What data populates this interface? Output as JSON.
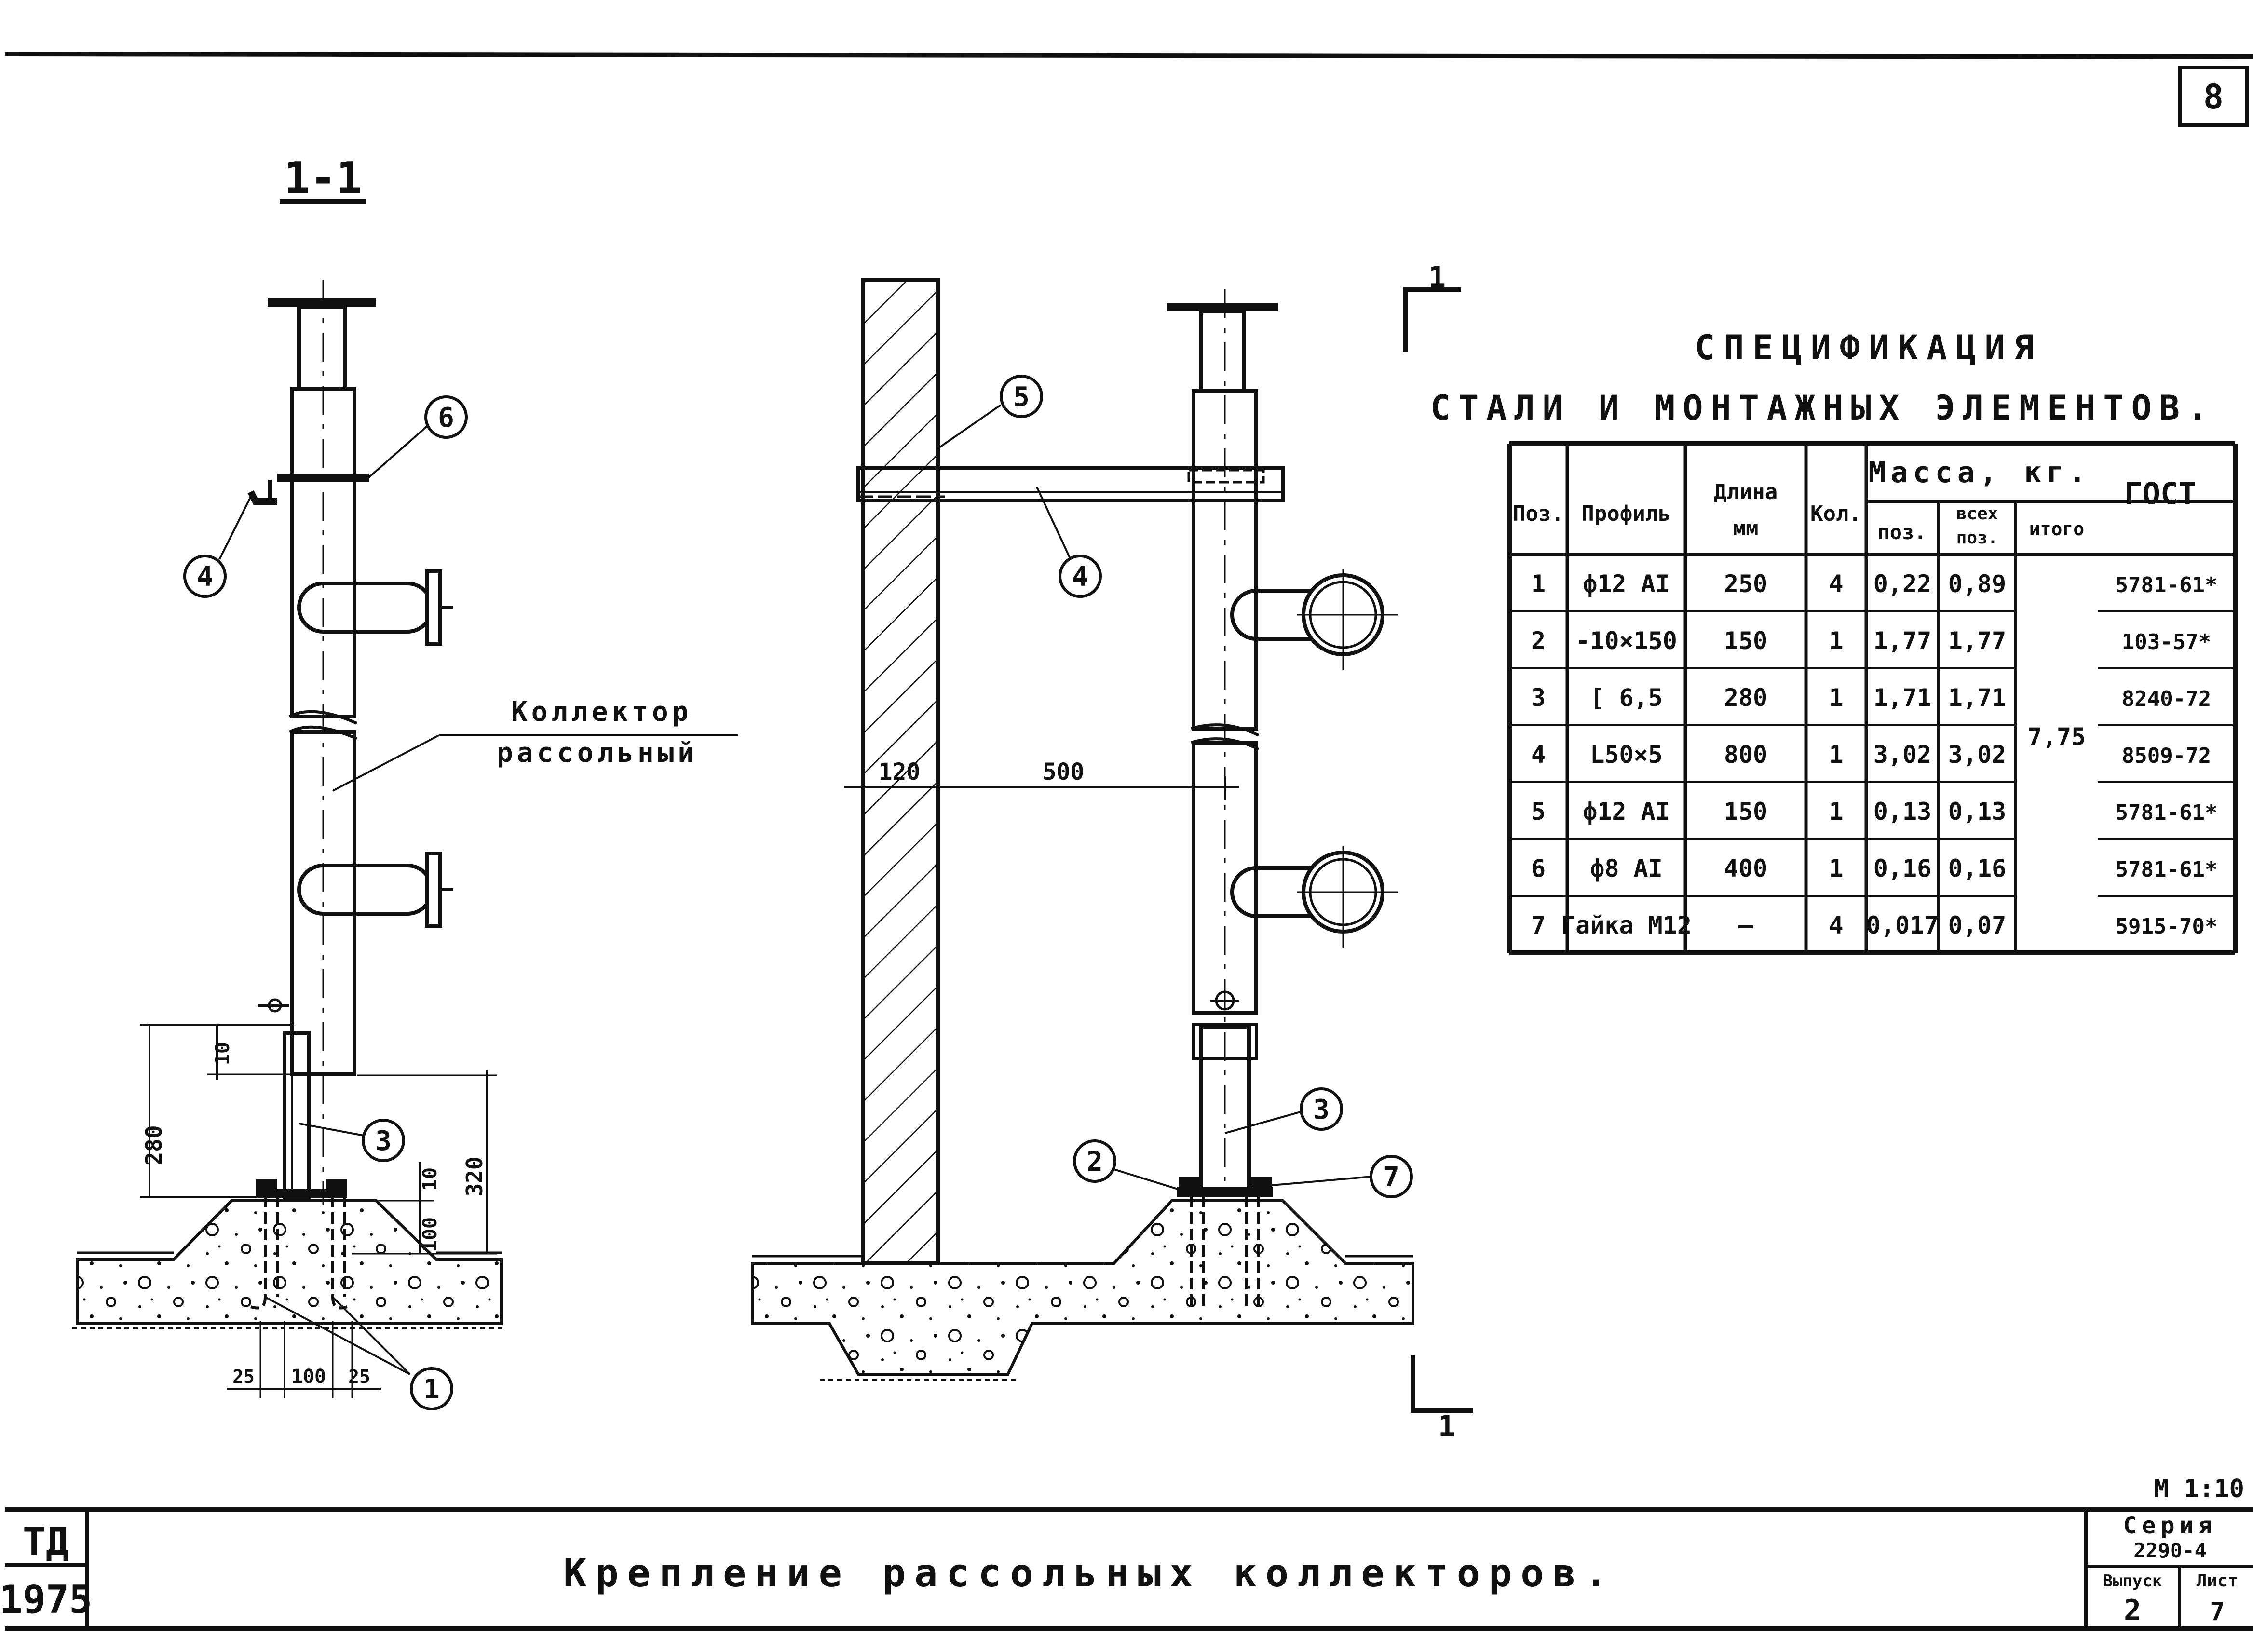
{
  "sheet_number": "8",
  "section_label": "1-1",
  "cut_mark_label": "1",
  "collector_label_line1": "Коллектор",
  "collector_label_line2": "рассольный",
  "dims_left": {
    "d280": "280",
    "d10a": "10",
    "d320": "320",
    "d10b": "10",
    "d100v": "100",
    "d25a": "25",
    "d100h": "100",
    "d25b": "25"
  },
  "dims_mid": {
    "d120": "120",
    "d500": "500"
  },
  "callouts": {
    "c1": "1",
    "c2": "2",
    "c3": "3",
    "c4": "4",
    "c5": "5",
    "c6": "6",
    "c7": "7"
  },
  "spec": {
    "title_line1": "СПЕЦИФИКАЦИЯ",
    "title_line2": "СТАЛИ И МОНТАЖНЫХ ЭЛЕМЕНТОВ.",
    "headers": {
      "pos": "Поз.",
      "profile": "Профиль",
      "length_1": "Длина",
      "length_2": "мм",
      "qty": "Кол.",
      "mass": "Масса, кг.",
      "mass_pos": "поз.",
      "mass_all_1": "всех",
      "mass_all_2": "поз.",
      "mass_total": "итого",
      "gost": "ГОСТ"
    },
    "total": "7,75",
    "rows": [
      {
        "pos": "1",
        "profile": "ф12 АI",
        "length": "250",
        "qty": "4",
        "mass_pos": "0,22",
        "mass_all": "0,89",
        "gost": "5781-61*"
      },
      {
        "pos": "2",
        "profile": "-10×150",
        "length": "150",
        "qty": "1",
        "mass_pos": "1,77",
        "mass_all": "1,77",
        "gost": "103-57*"
      },
      {
        "pos": "3",
        "profile": "[ 6,5",
        "length": "280",
        "qty": "1",
        "mass_pos": "1,71",
        "mass_all": "1,71",
        "gost": "8240-72"
      },
      {
        "pos": "4",
        "profile": "L50×5",
        "length": "800",
        "qty": "1",
        "mass_pos": "3,02",
        "mass_all": "3,02",
        "gost": "8509-72"
      },
      {
        "pos": "5",
        "profile": "ф12 АI",
        "length": "150",
        "qty": "1",
        "mass_pos": "0,13",
        "mass_all": "0,13",
        "gost": "5781-61*"
      },
      {
        "pos": "6",
        "profile": "ф8 АI",
        "length": "400",
        "qty": "1",
        "mass_pos": "0,16",
        "mass_all": "0,16",
        "gost": "5781-61*"
      },
      {
        "pos": "7",
        "profile": "Гайка М12",
        "length": "—",
        "qty": "4",
        "mass_pos": "0,017",
        "mass_all": "0,07",
        "gost": "5915-70*"
      }
    ]
  },
  "scale": "М 1:10",
  "title_block": {
    "org": "ТД",
    "year": "1975",
    "drawing_title": "Крепление рассольных коллекторов.",
    "series_label": "Серия",
    "series_value": "2290-4",
    "issue_label": "Выпуск",
    "issue_value": "2",
    "sheet_label": "Лист",
    "sheet_value": "7"
  }
}
